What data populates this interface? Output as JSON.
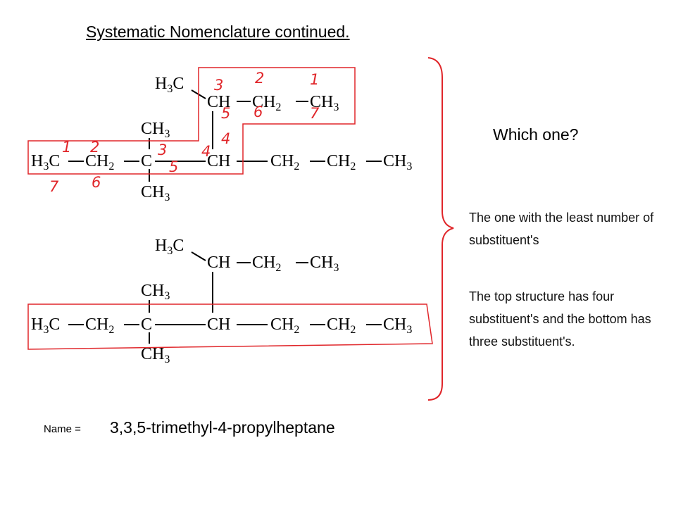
{
  "slide": {
    "title": "Systematic Nomenclature continued.",
    "question": "Which one?",
    "answer_1": "The one with the least number of substituent's",
    "answer_2": "The top structure has four substituent's and the bottom has three substituent's.",
    "name_label": "Name =",
    "name_value": "3,3,5-trimethyl-4-propylheptane"
  },
  "structures": {
    "top": {
      "branch_groups": [
        "H3C",
        "CH",
        "CH2",
        "CH3"
      ],
      "methyl_up": "CH3",
      "main_chain": [
        "H3C",
        "CH2",
        "C",
        "CH",
        "CH2",
        "CH2",
        "CH3"
      ],
      "methyl_down": "CH3"
    },
    "bottom": {
      "branch_groups": [
        "H3C",
        "CH",
        "CH2",
        "CH3"
      ],
      "methyl_up": "CH3",
      "main_chain": [
        "H3C",
        "CH2",
        "C",
        "CH",
        "CH2",
        "CH2",
        "CH3"
      ],
      "methyl_down": "CH3"
    }
  },
  "annotations": {
    "numbers_upper": [
      "1",
      "2",
      "3",
      "4",
      "3",
      "2",
      "1"
    ],
    "numbers_lower": [
      "7",
      "6",
      "5",
      "4",
      "5",
      "6",
      "7"
    ]
  },
  "colors": {
    "ink": "#000000",
    "annotation": "#e0262a",
    "background": "#ffffff"
  }
}
